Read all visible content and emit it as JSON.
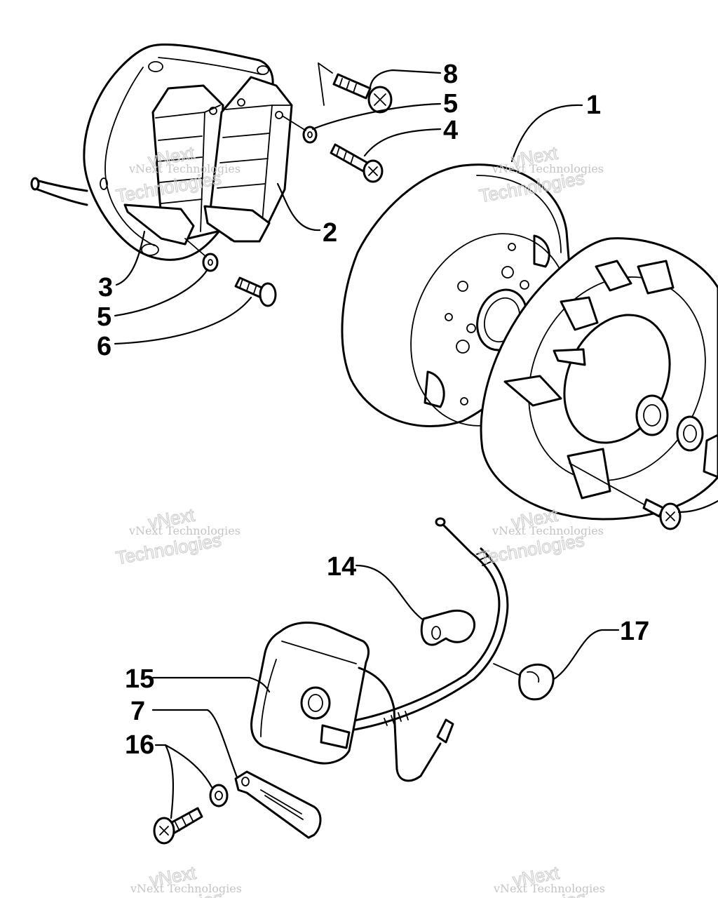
{
  "callouts": {
    "c1": "1",
    "c2": "2",
    "c3": "3",
    "c4": "4",
    "c5a": "5",
    "c5b": "5",
    "c6": "6",
    "c7": "7",
    "c8": "8",
    "c14": "14",
    "c15": "15",
    "c16": "16",
    "c17": "17"
  },
  "watermarks": [
    {
      "small": "vNext Technologies",
      "big_top": "vNext",
      "big_bottom": "Technologies"
    },
    {
      "small": "vNext Technologies",
      "big_top": "vNext",
      "big_bottom": "Technologies"
    },
    {
      "small": "vNext Technologies",
      "big_top": "vNext",
      "big_bottom": "Technologies"
    },
    {
      "small": "vNext Technologies",
      "big_top": "vNext",
      "big_bottom": "Technologies"
    },
    {
      "small": "vNext Technologies",
      "big_top": "vNext",
      "big_bottom": "Technologies"
    },
    {
      "small": "vNext Technologies",
      "big_top": "vNext",
      "big_bottom": "Technologies"
    }
  ]
}
